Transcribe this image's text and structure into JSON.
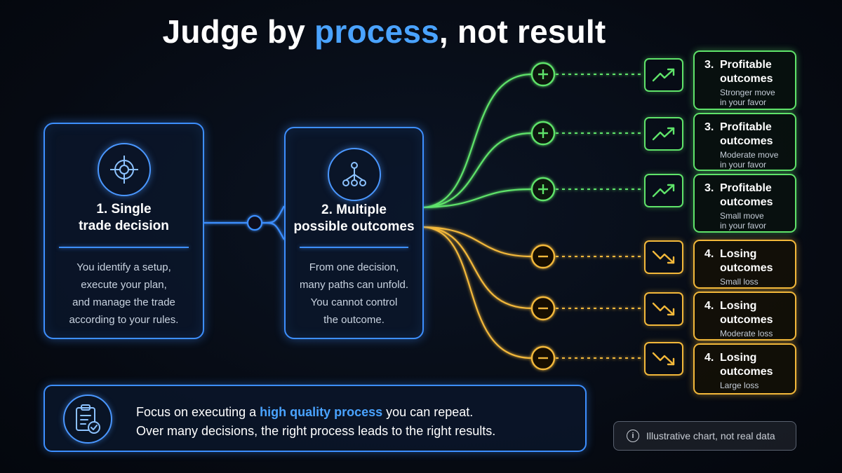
{
  "title": {
    "prefix": "Judge by ",
    "accent": "process",
    "suffix": ", not result"
  },
  "colors": {
    "blue": "#3d8fff",
    "green": "#5fe36a",
    "amber": "#f3b83a"
  },
  "cards": [
    {
      "icon": "target-icon",
      "title_line1": "1. Single",
      "title_line2": "trade decision",
      "desc": [
        "You identify a setup,",
        "execute your plan,",
        "and manage the trade",
        "according to your rules."
      ]
    },
    {
      "icon": "branch-icon",
      "title_line1": "2. Multiple",
      "title_line2": "possible outcomes",
      "desc": [
        "From one decision,",
        "many paths can unfold.",
        "You cannot control",
        "the outcome."
      ]
    }
  ],
  "outcomes": [
    {
      "kind": "pos",
      "num": "3.",
      "line1": "Profitable",
      "line2": "outcomes",
      "sub": [
        "Stronger move",
        "in your favor"
      ]
    },
    {
      "kind": "pos",
      "num": "3.",
      "line1": "Profitable",
      "line2": "outcomes",
      "sub": [
        "Moderate move",
        "in your favor"
      ]
    },
    {
      "kind": "pos",
      "num": "3.",
      "line1": "Profitable",
      "line2": "outcomes",
      "sub": [
        "Small move",
        "in your favor"
      ]
    },
    {
      "kind": "neg",
      "num": "4.",
      "line1": "Losing",
      "line2": "outcomes",
      "sub": [
        "Small loss"
      ]
    },
    {
      "kind": "neg",
      "num": "4.",
      "line1": "Losing",
      "line2": "outcomes",
      "sub": [
        "Moderate loss"
      ]
    },
    {
      "kind": "neg",
      "num": "4.",
      "line1": "Losing",
      "line2": "outcomes",
      "sub": [
        "Large loss"
      ]
    }
  ],
  "footer": {
    "icon": "clipboard-check-icon",
    "line1_pre": "Focus on executing a ",
    "line1_hl": "high quality process",
    "line1_post": " you can repeat.",
    "line2": "Over many decisions, the right process leads to the right results."
  },
  "disclaimer": {
    "icon": "info-icon",
    "text": "Illustrative chart, not real data"
  }
}
